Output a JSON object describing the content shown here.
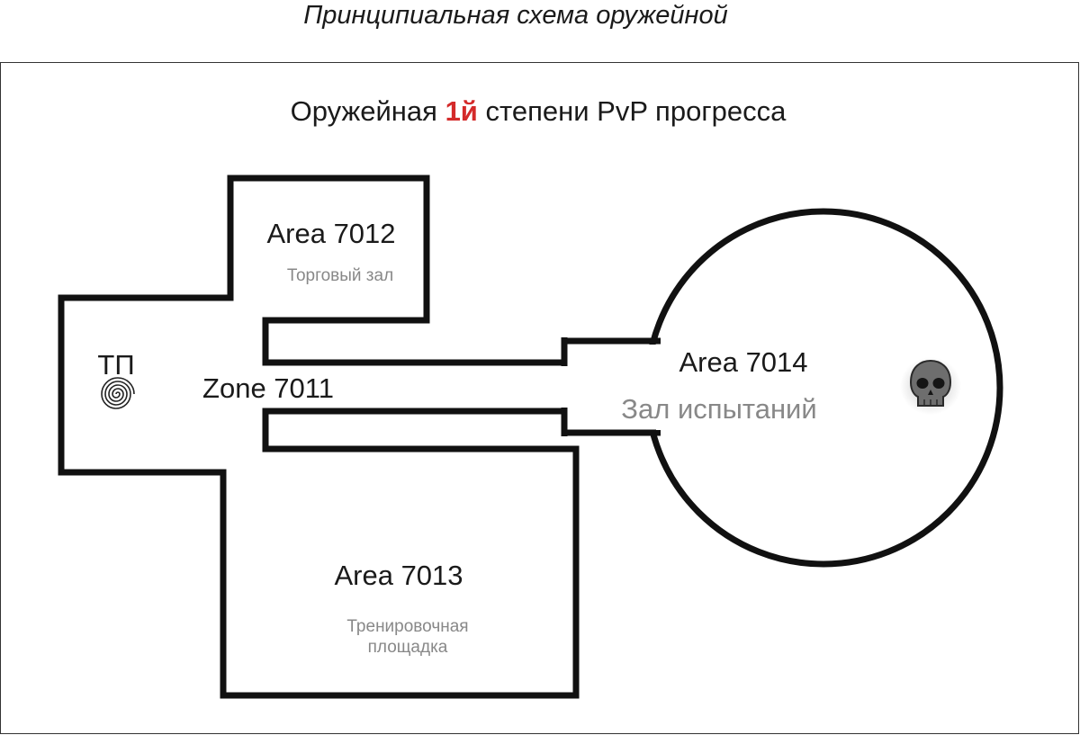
{
  "header": {
    "title": "Принципиальная схема оружейной"
  },
  "subtitle": {
    "pre": "Оружейная ",
    "accent": "1й",
    "post": " степени PvP прогресса"
  },
  "colors": {
    "accent": "#d42a2a",
    "wall": "#111111",
    "muted_text": "#888888"
  },
  "rooms": {
    "area_7012": {
      "title": "Area 7012",
      "subtitle": "Торговый зал"
    },
    "zone_7011": {
      "title": "Zone 7011",
      "teleport_label": "ТП"
    },
    "area_7013": {
      "title": "Area 7013",
      "subtitle": "Тренировочная площадка"
    },
    "area_7014": {
      "title": "Area 7014",
      "subtitle": "Зал испытаний"
    }
  },
  "icons": {
    "teleport": "spiral-icon",
    "boss": "skull-icon"
  }
}
